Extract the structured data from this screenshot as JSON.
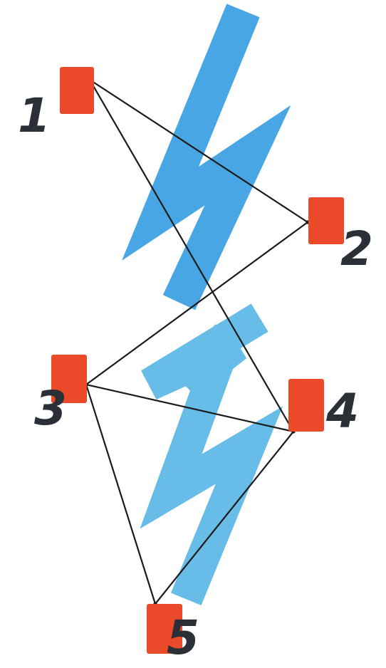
{
  "colors": {
    "node_fill": "#ea4a2a",
    "edge_stroke": "#1b1b1b",
    "bolt_upper": "#3a9ee3",
    "bolt_lower": "#5ab7e6",
    "label_ink": "#2b2f36"
  },
  "icons": {
    "bolt": "lightning-bolt-icon"
  },
  "nodes": [
    {
      "id": "1",
      "label": "1"
    },
    {
      "id": "2",
      "label": "2"
    },
    {
      "id": "3",
      "label": "3"
    },
    {
      "id": "4",
      "label": "4"
    },
    {
      "id": "5",
      "label": "5"
    }
  ],
  "edges": [
    {
      "from": "1",
      "to": "2"
    },
    {
      "from": "1",
      "to": "4"
    },
    {
      "from": "2",
      "to": "3"
    },
    {
      "from": "3",
      "to": "4"
    },
    {
      "from": "3",
      "to": "5"
    },
    {
      "from": "4",
      "to": "5"
    }
  ]
}
